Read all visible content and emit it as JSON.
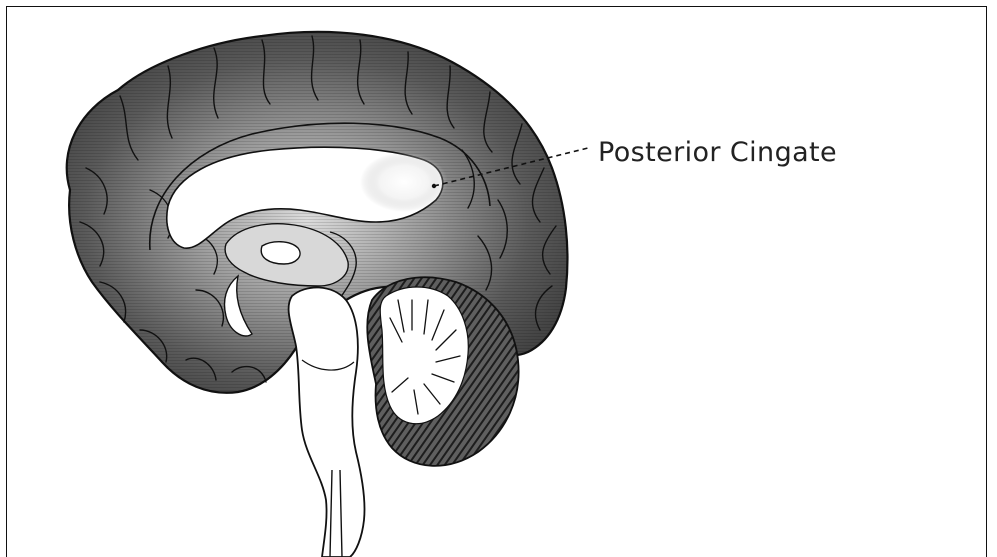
{
  "annotation": {
    "label": "Posterior Cingate"
  },
  "colors": {
    "frame": "#111111",
    "tissue_dark": "#3f3f3f",
    "tissue_mid": "#8a8a8a",
    "highlight": "#f7f7f7",
    "white_matter": "#ffffff",
    "line": "#111111"
  },
  "regions": [
    "cerebral-cortex",
    "corpus-callosum",
    "posterior-cingulate-highlight",
    "brainstem",
    "cerebellum",
    "spinal-cord"
  ]
}
